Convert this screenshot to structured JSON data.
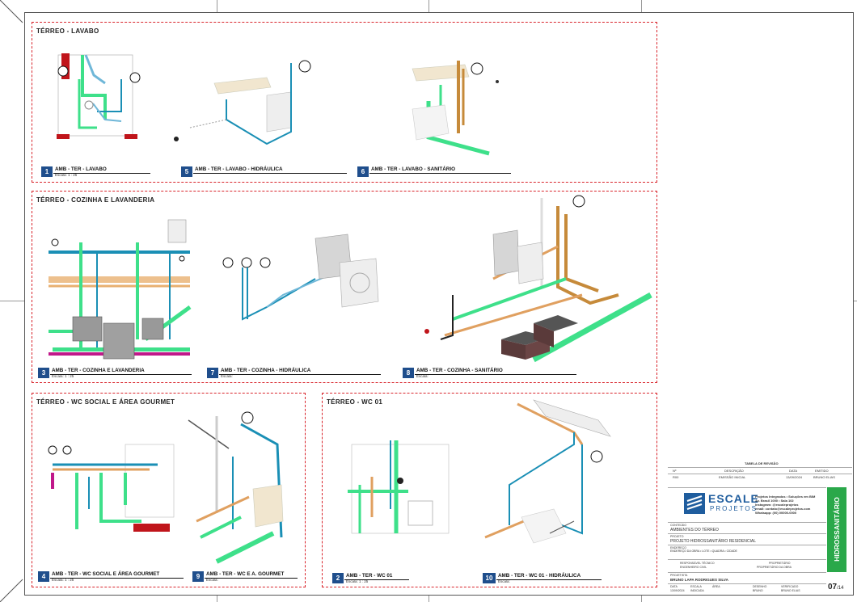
{
  "panels": {
    "lavabo": {
      "title": "TÉRREO - LAVABO"
    },
    "cozinha": {
      "title": "TÉRREO - COZINHA E LAVANDERIA"
    },
    "wc_social": {
      "title": "TÉRREO - WC SOCIAL E ÁREA GOURMET"
    },
    "wc01": {
      "title": "TÉRREO - WC 01"
    }
  },
  "views": [
    {
      "num": "1",
      "title": "AMB - TER - LAVABO",
      "scale": "Escala: 1 : 25"
    },
    {
      "num": "5",
      "title": "AMB - TER - LAVABO - HIDRÁULICA",
      "scale": ""
    },
    {
      "num": "6",
      "title": "AMB - TER - LAVABO - SANITÁRIO",
      "scale": ""
    },
    {
      "num": "3",
      "title": "AMB - TER - COZINHA E LAVANDERIA",
      "scale": "Escala: 1 : 25"
    },
    {
      "num": "7",
      "title": "AMB - TER - COZINHA - HIDRÁULICA",
      "scale": "Escala:"
    },
    {
      "num": "8",
      "title": "AMB - TER - COZINHA - SANITÁRIO",
      "scale": "Escala:"
    },
    {
      "num": "4",
      "title": "AMB - TER - WC SOCIAL E ÁREA GOURMET",
      "scale": "Escala: 1 : 25"
    },
    {
      "num": "9",
      "title": "AMB - TER - WC E A. GOURMET",
      "scale": "Escala:"
    },
    {
      "num": "2",
      "title": "AMB - TER - WC 01",
      "scale": "Escala: 1 : 25"
    },
    {
      "num": "10",
      "title": "AMB - TER - WC 01 - HIDRÁULICA",
      "scale": "Escala:"
    }
  ],
  "revision_table": {
    "title": "TABELA DE REVISÃO",
    "headers": [
      "Nº",
      "DESCRIÇÃO",
      "DATA",
      "EMITIDO"
    ],
    "row": [
      "R00",
      "EMISSÃO INICIAL",
      "13/09/2024",
      "BRUNO ELIAS"
    ]
  },
  "title_block": {
    "company": "ESCALE",
    "company_sub": "PROJETOS",
    "contact_lines": [
      "Projetos Integrados • Soluções em BIM",
      "Av. Brasil 1000 • Sala 102",
      "Instagram: @escaleprojetos",
      "email: contato@escaleprojetos.com",
      "Whatsapp: (00) 00000-0000"
    ],
    "label_content": "CONTEÚDO",
    "content": "AMBIENTES DO TÉRREO",
    "label_project": "PROJETO",
    "project": "PROJETO HIDROSSANITÁRIO RESIDENCIAL",
    "label_address": "ENDEREÇO",
    "address": "ENDEREÇO DA OBRA • LOTE • QUADRA • CIDADE",
    "label_tech": "RESPONSÁVEL TÉCNICO",
    "tech": "ENGENHEIRO CIVIL",
    "label_owner": "PROPRIETÁRIO",
    "owner": "PROPRIETÁRIO DA OBRA",
    "label_author": "PROJETISTA",
    "author": "BRUNO LAPA RODRIGUES SILVA",
    "footer_labels": [
      "DATA",
      "ESCALA",
      "ÁREA",
      "DESENHO",
      "VERIFICADO"
    ],
    "footer_values": [
      "13/09/2024",
      "INDICADA",
      "",
      "BRUNO",
      "BRUNO ELIAS"
    ],
    "discipline": "HIDROSSANITÁRIO",
    "sheet_num": "07",
    "sheet_total": "/14"
  }
}
